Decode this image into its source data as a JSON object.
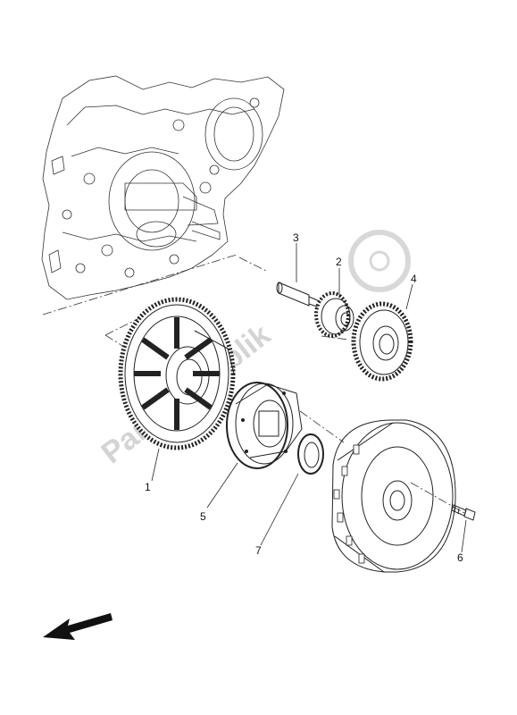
{
  "watermark": {
    "text": "PartsRepublik",
    "color": "#d0d0d0"
  },
  "callouts": [
    {
      "id": "1",
      "part": "starter gear"
    },
    {
      "id": "2",
      "part": "idle gear"
    },
    {
      "id": "3",
      "part": "shaft"
    },
    {
      "id": "4",
      "part": "idle gear"
    },
    {
      "id": "5",
      "part": "starter clutch"
    },
    {
      "id": "6",
      "part": "bolt"
    },
    {
      "id": "7",
      "part": "washer"
    }
  ],
  "direction_arrow": {
    "icon": "arrow-left-down-icon",
    "meaning": "front of vehicle"
  },
  "colors": {
    "line": "#222222",
    "background": "#ffffff"
  }
}
